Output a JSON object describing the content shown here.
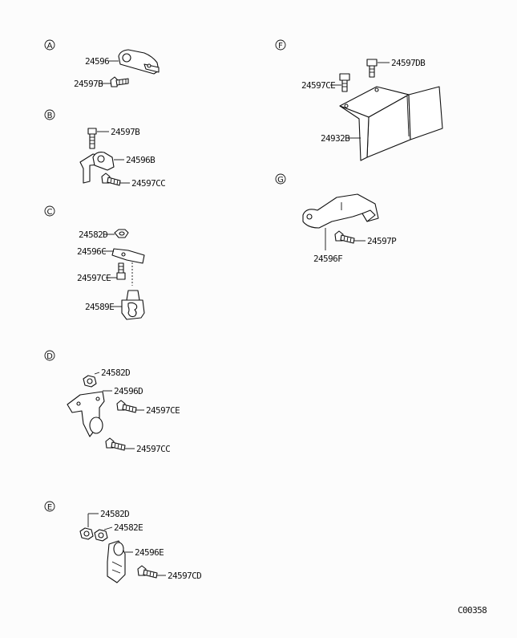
{
  "sections": [
    {
      "letter": "A",
      "parts": [
        "24596",
        "24597B"
      ]
    },
    {
      "letter": "B",
      "parts": [
        "24597B",
        "24596B",
        "24597CC"
      ]
    },
    {
      "letter": "C",
      "parts": [
        "24582D",
        "24596C",
        "24597CE",
        "24589E"
      ]
    },
    {
      "letter": "D",
      "parts": [
        "24582D",
        "24596D",
        "24597CE",
        "24597CC"
      ]
    },
    {
      "letter": "E",
      "parts": [
        "24582D",
        "24582E",
        "24596E",
        "24597CD"
      ]
    },
    {
      "letter": "F",
      "parts": [
        "24597DB",
        "24597CE",
        "24932B"
      ]
    },
    {
      "letter": "G",
      "parts": [
        "24597P",
        "24596F"
      ]
    }
  ],
  "diagram_code": "C00358"
}
